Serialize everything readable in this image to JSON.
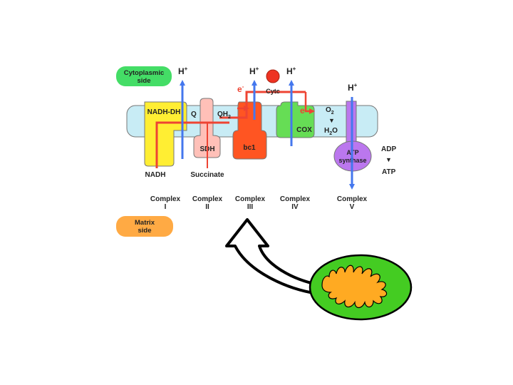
{
  "diagram": {
    "sides": {
      "cytoplasmic": {
        "line1": "Cytoplasmic",
        "line2": "side",
        "color": "#44dd66"
      },
      "matrix": {
        "line1": "Matrix",
        "line2": "side",
        "color": "#ffaa44"
      }
    },
    "proton": {
      "symbol": "H",
      "charge": "+"
    },
    "electron": {
      "symbol": "e",
      "charge": "-"
    },
    "complexes": {
      "nadh_dh": {
        "name": "NADH-DH",
        "color": "#ffee33"
      },
      "sdh": {
        "name": "SDH",
        "color": "#ffc0b8"
      },
      "bc1": {
        "name": "bc1",
        "color": "#ff5522"
      },
      "cox": {
        "name": "COX",
        "color": "#66dd55"
      },
      "atp_synthase": {
        "line1": "ATP",
        "line2": "synthase",
        "color": "#bb77ee"
      }
    },
    "molecules": {
      "q": "Q",
      "qh2": {
        "base": "QH",
        "sub": "2"
      },
      "cytc": "Cytc",
      "o2": {
        "base": "O",
        "sub": "2"
      },
      "h2o": {
        "base": "H",
        "sub": "2",
        "tail": "O"
      },
      "nadh": "NADH",
      "succinate": "Succinate",
      "adp": "ADP",
      "atp": "ATP",
      "arrow_glyph": "▼"
    },
    "complex_labels": [
      {
        "word": "Complex",
        "num": "I"
      },
      {
        "word": "Complex",
        "num": "II"
      },
      {
        "word": "Complex",
        "num": "III"
      },
      {
        "word": "Complex",
        "num": "IV"
      },
      {
        "word": "Complex",
        "num": "V"
      }
    ],
    "colors": {
      "membrane": "#c8ecf5",
      "proton_arrow": "#4477ee",
      "electron_path": "#ee4433",
      "mito_outer": "#44cc22",
      "mito_cristae": "#ffaa22"
    }
  }
}
